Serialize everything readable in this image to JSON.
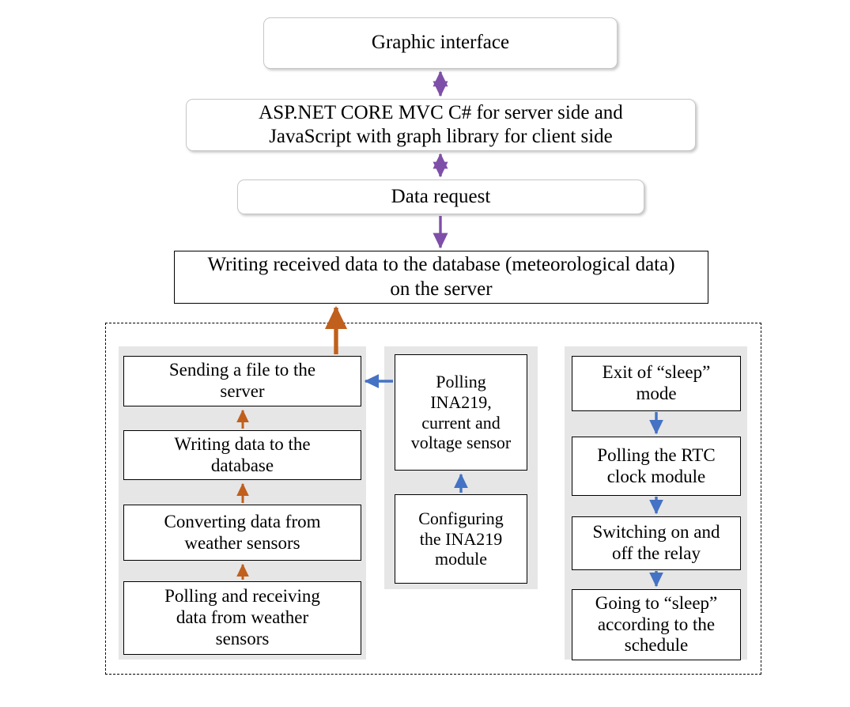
{
  "diagram": {
    "title": "System architecture block diagram",
    "colors": {
      "purple_arrow": "#7E4FA8",
      "orange_arrow": "#C0601C",
      "blue_arrow": "#4472C4",
      "panel_gray": "#E6E6E6",
      "box_border": "#000000",
      "rounded_border": "#C8C8C8"
    },
    "top_stack": [
      {
        "id": "graphic-interface",
        "label": "Graphic interface"
      },
      {
        "id": "aspnet-core",
        "label": "ASP.NET CORE MVC C# for server side and\nJavaScript with graph library for client side"
      },
      {
        "id": "data-request",
        "label": "Data request"
      },
      {
        "id": "writing-received-data",
        "label": "Writing received data to the database (meteorological data)\non the server"
      }
    ],
    "device_region": {
      "label": "device-region",
      "columns": [
        {
          "id": "weather-sensor-column",
          "steps": [
            {
              "id": "sending-file",
              "label": "Sending a file to the\nserver"
            },
            {
              "id": "writing-data-db",
              "label": "Writing data to the\ndatabase"
            },
            {
              "id": "converting-data",
              "label": "Converting data from\nweather sensors"
            },
            {
              "id": "polling-receiving",
              "label": "Polling and receiving\ndata from weather\nsensors"
            }
          ]
        },
        {
          "id": "ina219-column",
          "steps": [
            {
              "id": "polling-ina219",
              "label": "Polling\nINA219,\ncurrent and\nvoltage sensor"
            },
            {
              "id": "configuring-ina219",
              "label": "Configuring\nthe INA219\nmodule"
            }
          ]
        },
        {
          "id": "sleep-cycle-column",
          "steps": [
            {
              "id": "exit-sleep",
              "label": "Exit of “sleep”\nmode"
            },
            {
              "id": "polling-rtc",
              "label": "Polling the RTC\nclock module"
            },
            {
              "id": "switching-relay",
              "label": "Switching on and\noff the relay"
            },
            {
              "id": "going-sleep",
              "label": "Going to “sleep”\naccording to the\nschedule"
            }
          ]
        }
      ]
    },
    "connections": [
      {
        "id": "gi-to-aspnet",
        "from": "graphic-interface",
        "to": "aspnet-core",
        "style": "double-arrow",
        "color": "#7E4FA8"
      },
      {
        "id": "aspnet-to-datareq",
        "from": "aspnet-core",
        "to": "data-request",
        "style": "double-arrow",
        "color": "#7E4FA8"
      },
      {
        "id": "datareq-to-writing",
        "from": "data-request",
        "to": "writing-received-data",
        "style": "arrow-down",
        "color": "#7E4FA8"
      },
      {
        "id": "sendingfile-to-writing",
        "from": "sending-file",
        "to": "writing-received-data",
        "style": "arrow-up",
        "color": "#C0601C"
      },
      {
        "id": "writingdb-to-sendingfile",
        "from": "writing-data-db",
        "to": "sending-file",
        "style": "arrow-up",
        "color": "#C0601C"
      },
      {
        "id": "converting-to-writingdb",
        "from": "converting-data",
        "to": "writing-data-db",
        "style": "arrow-up",
        "color": "#C0601C"
      },
      {
        "id": "polling-to-converting",
        "from": "polling-receiving",
        "to": "converting-data",
        "style": "arrow-up",
        "color": "#C0601C"
      },
      {
        "id": "ina219-to-sendingfile",
        "from": "polling-ina219",
        "to": "sending-file",
        "style": "arrow-left",
        "color": "#4472C4"
      },
      {
        "id": "config-to-pollingina",
        "from": "configuring-ina219",
        "to": "polling-ina219",
        "style": "arrow-up",
        "color": "#4472C4"
      },
      {
        "id": "exitsleep-to-rtc",
        "from": "exit-sleep",
        "to": "polling-rtc",
        "style": "arrow-down",
        "color": "#4472C4"
      },
      {
        "id": "rtc-to-relay",
        "from": "polling-rtc",
        "to": "switching-relay",
        "style": "arrow-down",
        "color": "#4472C4"
      },
      {
        "id": "relay-to-sleep",
        "from": "switching-relay",
        "to": "going-sleep",
        "style": "arrow-down",
        "color": "#4472C4"
      }
    ]
  }
}
